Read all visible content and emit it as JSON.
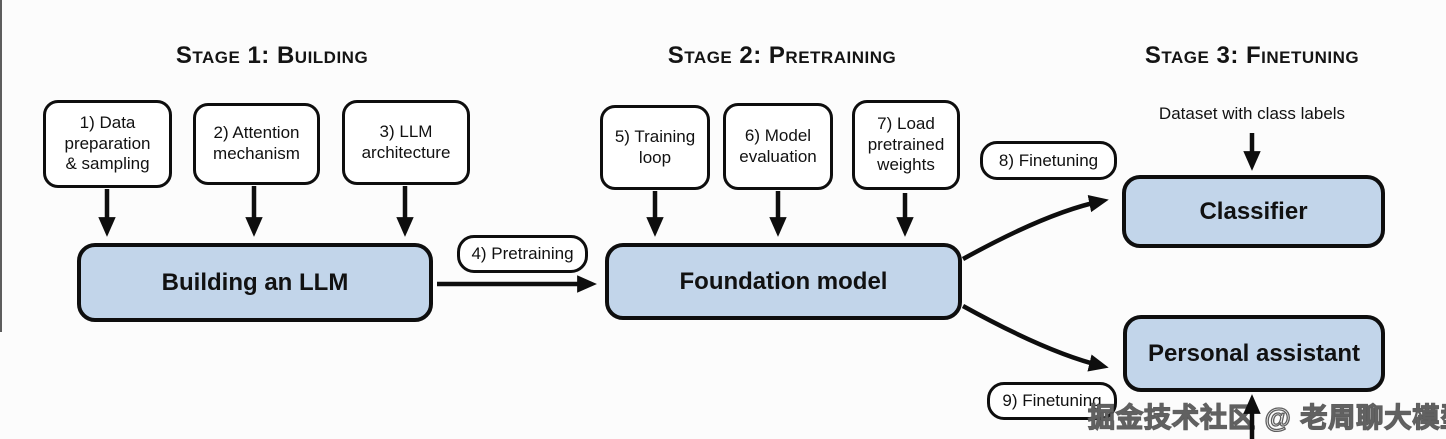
{
  "colors": {
    "result_box_fill": "#c2d5ea",
    "outline": "#0e0e0e",
    "background": "#fcfcfc"
  },
  "stage1": {
    "title": "Stage 1: Building",
    "steps": [
      "1) Data preparation & sampling",
      "2) Attention mechanism",
      "3) LLM architecture"
    ],
    "result": "Building an LLM"
  },
  "transition": {
    "label": "4) Pretraining"
  },
  "stage2": {
    "title": "Stage 2: Pretraining",
    "steps": [
      "5) Training loop",
      "6) Model evaluation",
      "7) Load pretrained weights"
    ],
    "result": "Foundation model"
  },
  "stage3": {
    "title": "Stage 3: Finetuning",
    "dataset_note": "Dataset with class labels",
    "finetuning_classifier_label": "8) Finetuning",
    "finetuning_assistant_label": "9) Finetuning",
    "classifier": "Classifier",
    "personal_assistant": "Personal assistant"
  },
  "watermark": "掘金技术社区 @ 老周聊大模型"
}
